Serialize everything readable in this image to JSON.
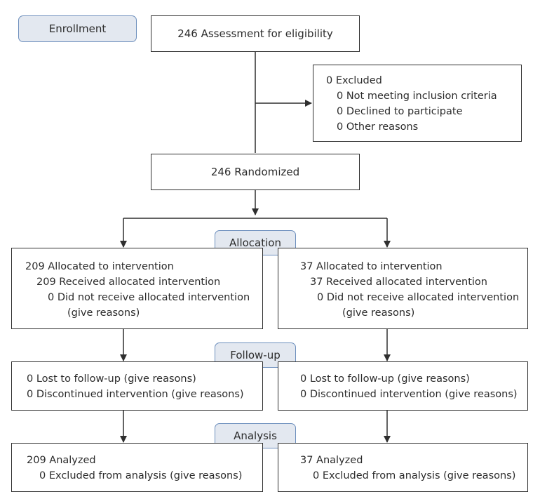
{
  "stages": {
    "enrollment": "Enrollment",
    "allocation": "Allocation",
    "follow_up": "Follow-up",
    "analysis": "Analysis"
  },
  "assessment": "246 Assessment for eligibility",
  "excluded": {
    "title": "0 Excluded",
    "items": [
      "0 Not meeting inclusion criteria",
      "0 Declined to participate",
      "0 Other reasons"
    ]
  },
  "randomized": "246 Randomized",
  "left_arm": {
    "allocation": {
      "allocated": "209 Allocated to intervention",
      "received": "209 Received allocated intervention",
      "not_received": "0 Did not receive allocated intervention",
      "give_reasons": "(give reasons)"
    },
    "follow_up": {
      "lost": "0 Lost to follow-up (give reasons)",
      "discontinued": "0 Discontinued intervention (give reasons)"
    },
    "analysis": {
      "analyzed": "209 Analyzed",
      "excluded": "0 Excluded from analysis (give reasons)"
    }
  },
  "right_arm": {
    "allocation": {
      "allocated": "37 Allocated to intervention",
      "received": "37 Received allocated intervention",
      "not_received": "0 Did not receive allocated intervention",
      "give_reasons": "(give reasons)"
    },
    "follow_up": {
      "lost": "0 Lost to follow-up (give reasons)",
      "discontinued": "0 Discontinued intervention (give reasons)"
    },
    "analysis": {
      "analyzed": "37 Analyzed",
      "excluded": "0 Excluded from analysis (give reasons)"
    }
  }
}
